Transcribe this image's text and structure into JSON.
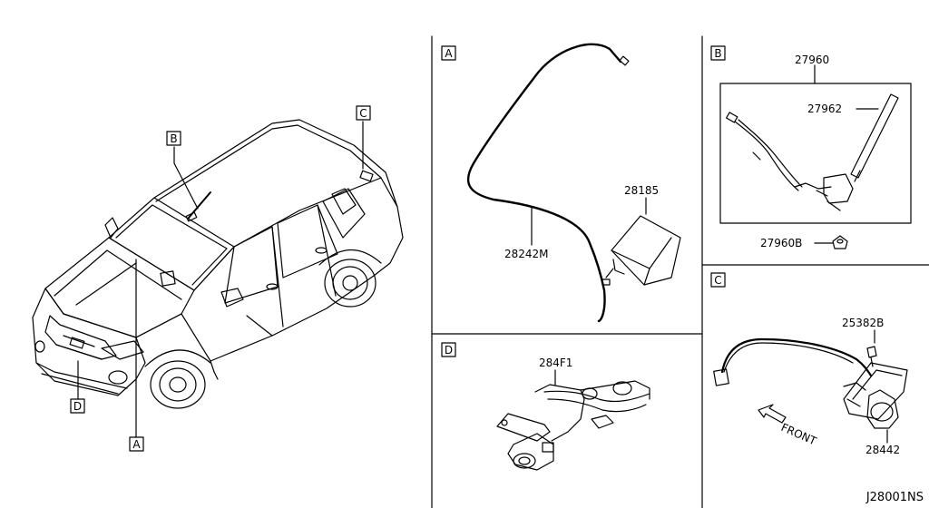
{
  "panels": {
    "A": {
      "letter": "A",
      "parts": [
        "28242M",
        "28185"
      ]
    },
    "B": {
      "letter": "B",
      "parts": [
        "27960",
        "27962",
        "27960B"
      ]
    },
    "C": {
      "letter": "C",
      "parts": [
        "25382B",
        "28442"
      ],
      "arrow_text": "FRONT"
    },
    "D": {
      "letter": "D",
      "parts": [
        "284F1"
      ]
    }
  },
  "vehicle_callouts": [
    "B",
    "C",
    "D",
    "A"
  ],
  "diagram_code": "J28001NS"
}
